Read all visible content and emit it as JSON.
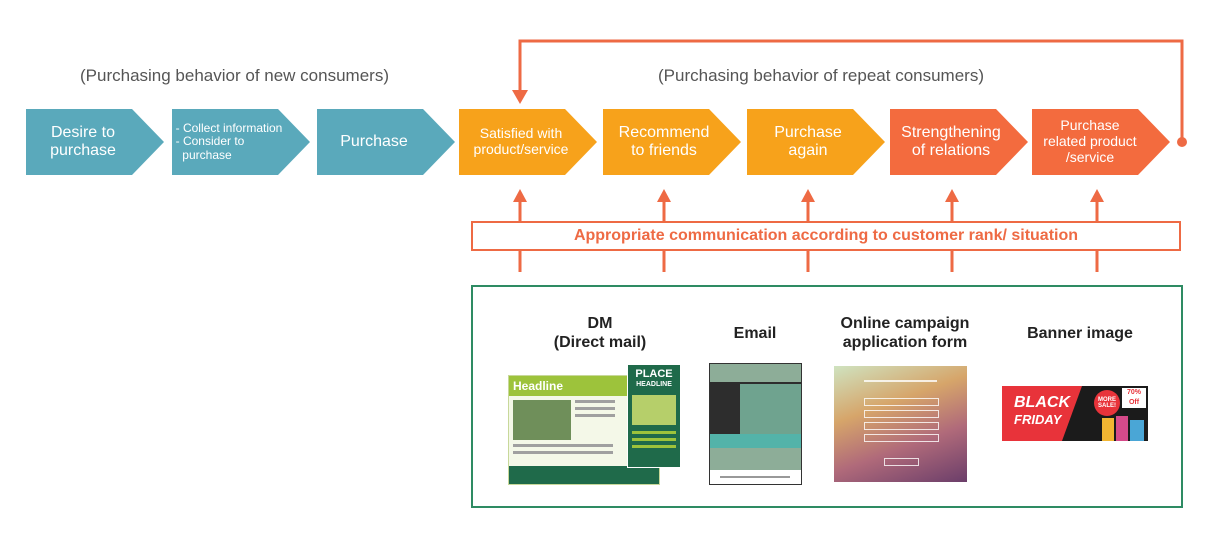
{
  "captions": {
    "new": "(Purchasing behavior of new consumers)",
    "repeat": "(Purchasing behavior of repeat consumers)"
  },
  "steps": [
    {
      "lines": [
        "Desire to",
        "purchase"
      ],
      "color": "#5aa9bb"
    },
    {
      "lines": [
        "- Collect information",
        "- Consider to",
        "  purchase"
      ],
      "color": "#5aa9bb"
    },
    {
      "lines": [
        "Purchase"
      ],
      "color": "#5aa9bb"
    },
    {
      "lines": [
        "Satisfied with",
        "product/service"
      ],
      "color": "#f7a21b"
    },
    {
      "lines": [
        "Recommend",
        "to friends"
      ],
      "color": "#f7a21b"
    },
    {
      "lines": [
        "Purchase",
        "again"
      ],
      "color": "#f7a21b"
    },
    {
      "lines": [
        "Strengthening",
        "of relations"
      ],
      "color": "#f36b3e"
    },
    {
      "lines": [
        "Purchase",
        "related product",
        "/service"
      ],
      "color": "#f36b3e"
    }
  ],
  "communication": "Appropriate communication according to customer rank/ situation",
  "channels": [
    {
      "title": [
        "DM",
        "(Direct mail)"
      ]
    },
    {
      "title": [
        "Email"
      ]
    },
    {
      "title": [
        "Online campaign",
        "application form"
      ]
    },
    {
      "title": [
        "Banner image"
      ]
    }
  ],
  "dm_thumb": {
    "headline": "Headline",
    "place": "PLACE",
    "place2": "HEADLINE"
  },
  "banner_thumb": {
    "line1": "BLACK",
    "line2": "FRIDAY",
    "more": "MORE SALE!",
    "pct": "70% Off"
  },
  "colors": {
    "teal": "#5aa9bb",
    "orange": "#f7a21b",
    "red": "#f36b3e",
    "arrow": "#ee6a44",
    "green": "#2e8b63"
  }
}
